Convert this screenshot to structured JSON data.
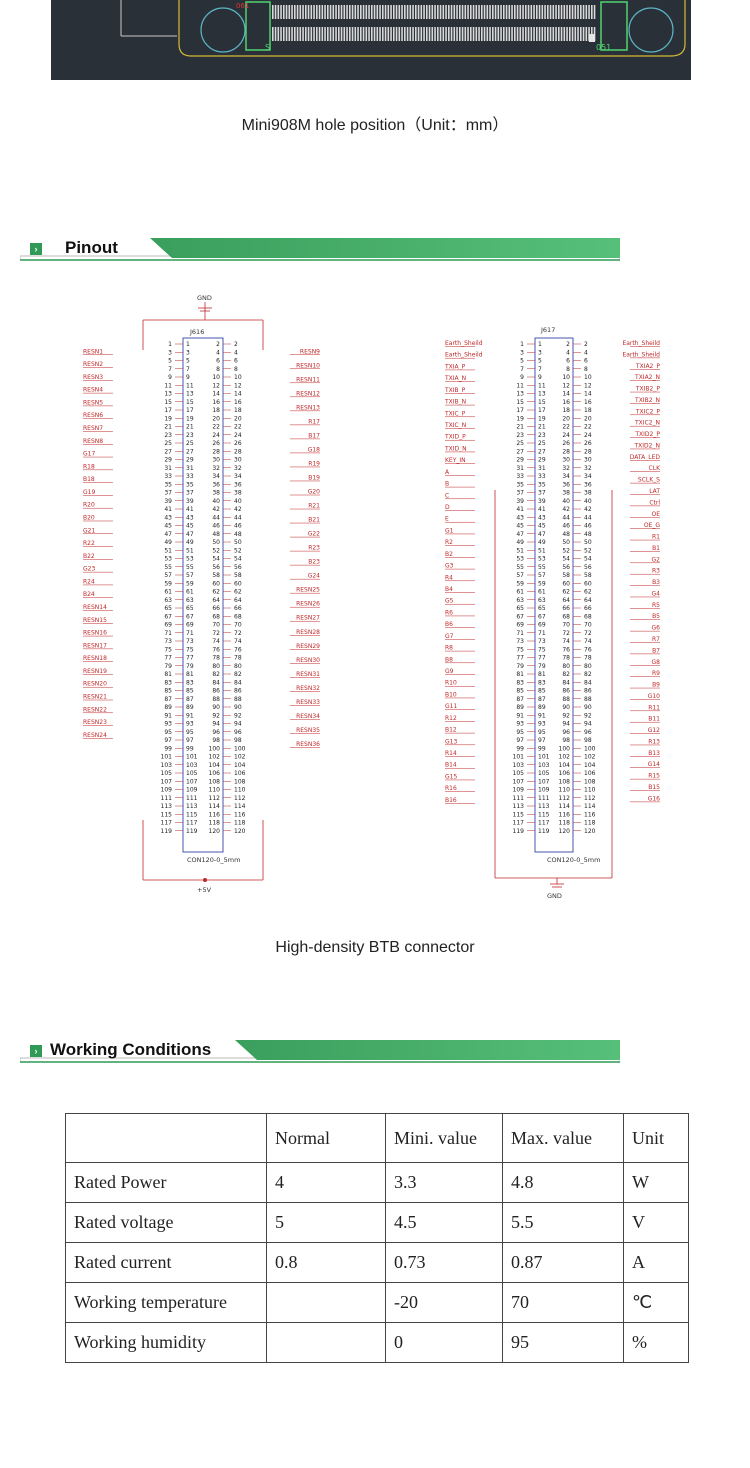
{
  "board": {
    "label_left": "S",
    "label_right": "051",
    "label_top": "061"
  },
  "hole_caption": "Mini908M hole position（Unit：mm）",
  "pinout": {
    "title": "Pinout",
    "left": {
      "ref": "J616",
      "footprint": "CON120-0_5mm",
      "top_net": "GND",
      "bottom_net": "+5V",
      "nets_left": [
        "RESN1",
        "RESN2",
        "RESN3",
        "RESN4",
        "RESN5",
        "RESN6",
        "RESN7",
        "RESN8",
        "G17",
        "R18",
        "B18",
        "G19",
        "R20",
        "B20",
        "G21",
        "R22",
        "B22",
        "G23",
        "R24",
        "B24",
        "RESN14",
        "RESN15",
        "RESN16",
        "RESN17",
        "RESN18",
        "RESN19",
        "RESN20",
        "RESN21",
        "RESN22",
        "RESN23",
        "RESN24"
      ],
      "nets_right": [
        "RESN9",
        "RESN10",
        "RESN11",
        "RESN12",
        "RESN13",
        "R17",
        "B17",
        "G18",
        "R19",
        "B19",
        "G20",
        "R21",
        "B21",
        "G22",
        "R23",
        "B23",
        "G24",
        "RESN25",
        "RESN26",
        "RESN27",
        "RESN28",
        "RESN29",
        "RESN30",
        "RESN31",
        "RESN32",
        "RESN33",
        "RESN34",
        "RESN35",
        "RESN36"
      ]
    },
    "right": {
      "ref": "J617",
      "footprint": "CON120-0_5mm",
      "bottom_net": "GND",
      "nets_left": [
        "Earth_Sheild",
        "Earth_Sheild",
        "TXIA_P",
        "TXIA_N",
        "TXIB_P",
        "TXIB_N",
        "TXIC_P",
        "TXIC_N",
        "TXID_P",
        "TXID_N",
        "KEY_IN",
        "A",
        "B",
        "C",
        "D",
        "E",
        "G1",
        "R2",
        "B2",
        "G3",
        "R4",
        "B4",
        "G5",
        "R6",
        "B6",
        "G7",
        "R8",
        "B8",
        "G9",
        "R10",
        "B10",
        "G11",
        "R12",
        "B12",
        "G13",
        "R14",
        "B14",
        "G15",
        "R16",
        "B16"
      ],
      "nets_right": [
        "Earth_Sheild",
        "Earth_Sheild",
        "TXIA2_P",
        "TXIA2_N",
        "TXIB2_P",
        "TXIB2_N",
        "TXIC2_P",
        "TXIC2_N",
        "TXID2_P",
        "TXID2_N",
        "DATA_LED",
        "CLK",
        "SCLK_S",
        "LAT",
        "Ctrl",
        "OE",
        "OE_G",
        "R1",
        "B1",
        "G2",
        "R3",
        "B3",
        "G4",
        "R5",
        "B5",
        "G6",
        "R7",
        "B7",
        "G8",
        "R9",
        "B9",
        "G10",
        "R11",
        "B11",
        "G12",
        "R13",
        "B13",
        "G14",
        "R15",
        "B15",
        "G16"
      ]
    }
  },
  "connector_caption": "High-density BTB connector",
  "conditions": {
    "title": "Working Conditions",
    "headers": [
      "",
      "Normal",
      "Mini. value",
      "Max. value",
      "Unit"
    ],
    "rows": [
      [
        "Rated Power",
        "4",
        "3.3",
        "4.8",
        "W"
      ],
      [
        "Rated voltage",
        "5",
        "4.5",
        "5.5",
        "V"
      ],
      [
        "Rated current",
        "0.8",
        "0.73",
        "0.87",
        "A"
      ],
      [
        "Working temperature",
        "",
        "-20",
        "70",
        "℃"
      ],
      [
        "Working humidity",
        "",
        "0",
        "95",
        "%"
      ]
    ]
  },
  "colors": {
    "accent": "#2e9a56",
    "net_red": "#c0282a",
    "board_bg": "#2a3037",
    "board_line": "#d6b93a"
  }
}
